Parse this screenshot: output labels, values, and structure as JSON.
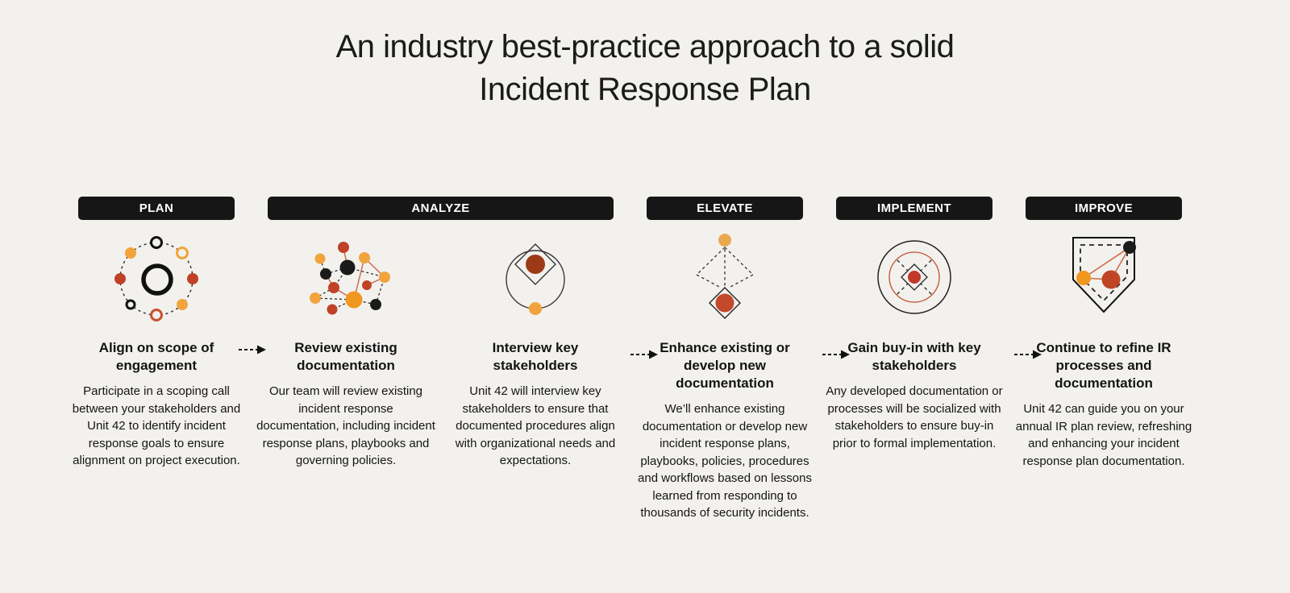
{
  "page": {
    "title_line1": "An industry best-practice approach to a solid",
    "title_line2": "Incident Response Plan"
  },
  "colors": {
    "background": "#f2f1ee",
    "bar_background": "#161616",
    "bar_text": "#ffffff",
    "text": "#141414",
    "orange": "#f2a33c",
    "orange_deep": "#f0971f",
    "brick_red": "#bf4226",
    "dark_red_brown": "#9c3a17",
    "salmon_line": "#c96b4a",
    "black": "#1a1a1a"
  },
  "phases": [
    {
      "label": "PLAN",
      "span": 1
    },
    {
      "label": "ANALYZE",
      "span": 2
    },
    {
      "label": "ELEVATE",
      "span": 1
    },
    {
      "label": "IMPLEMENT",
      "span": 1
    },
    {
      "label": "IMPROVE",
      "span": 1
    }
  ],
  "steps": [
    {
      "icon": "node-ring-icon",
      "heading": "Align on scope of engagement",
      "body": "Participate in a scoping call between your stakeholders and Unit 42 to identify incident response goals to ensure alignment on project execution."
    },
    {
      "icon": "network-graph-icon",
      "heading": "Review existing documentation",
      "body": "Our team will review existing incident response documentation, including incident response plans, playbooks and governing policies."
    },
    {
      "icon": "circle-diamond-icon",
      "heading": "Interview key stakeholders",
      "body": "Unit 42 will interview key stakeholders to ensure that documented procedures align with organizational needs and expectations."
    },
    {
      "icon": "diamond-cascade-icon",
      "heading": "Enhance existing or develop new documentation",
      "body": "We’ll enhance existing documentation or develop new incident response plans, playbooks, policies, procedures and workflows based on lessons learned from responding to thousands of security incidents."
    },
    {
      "icon": "target-icon",
      "heading": "Gain buy-in with key stakeholders",
      "body": "Any developed documentation or processes will be socialized with stakeholders to ensure buy-in prior to formal implementation."
    },
    {
      "icon": "shield-network-icon",
      "heading": "Continue to refine IR processes and documentation",
      "body": "Unit 42 can guide you on your annual IR plan review, refreshing and enhancing your incident response plan documentation."
    }
  ]
}
